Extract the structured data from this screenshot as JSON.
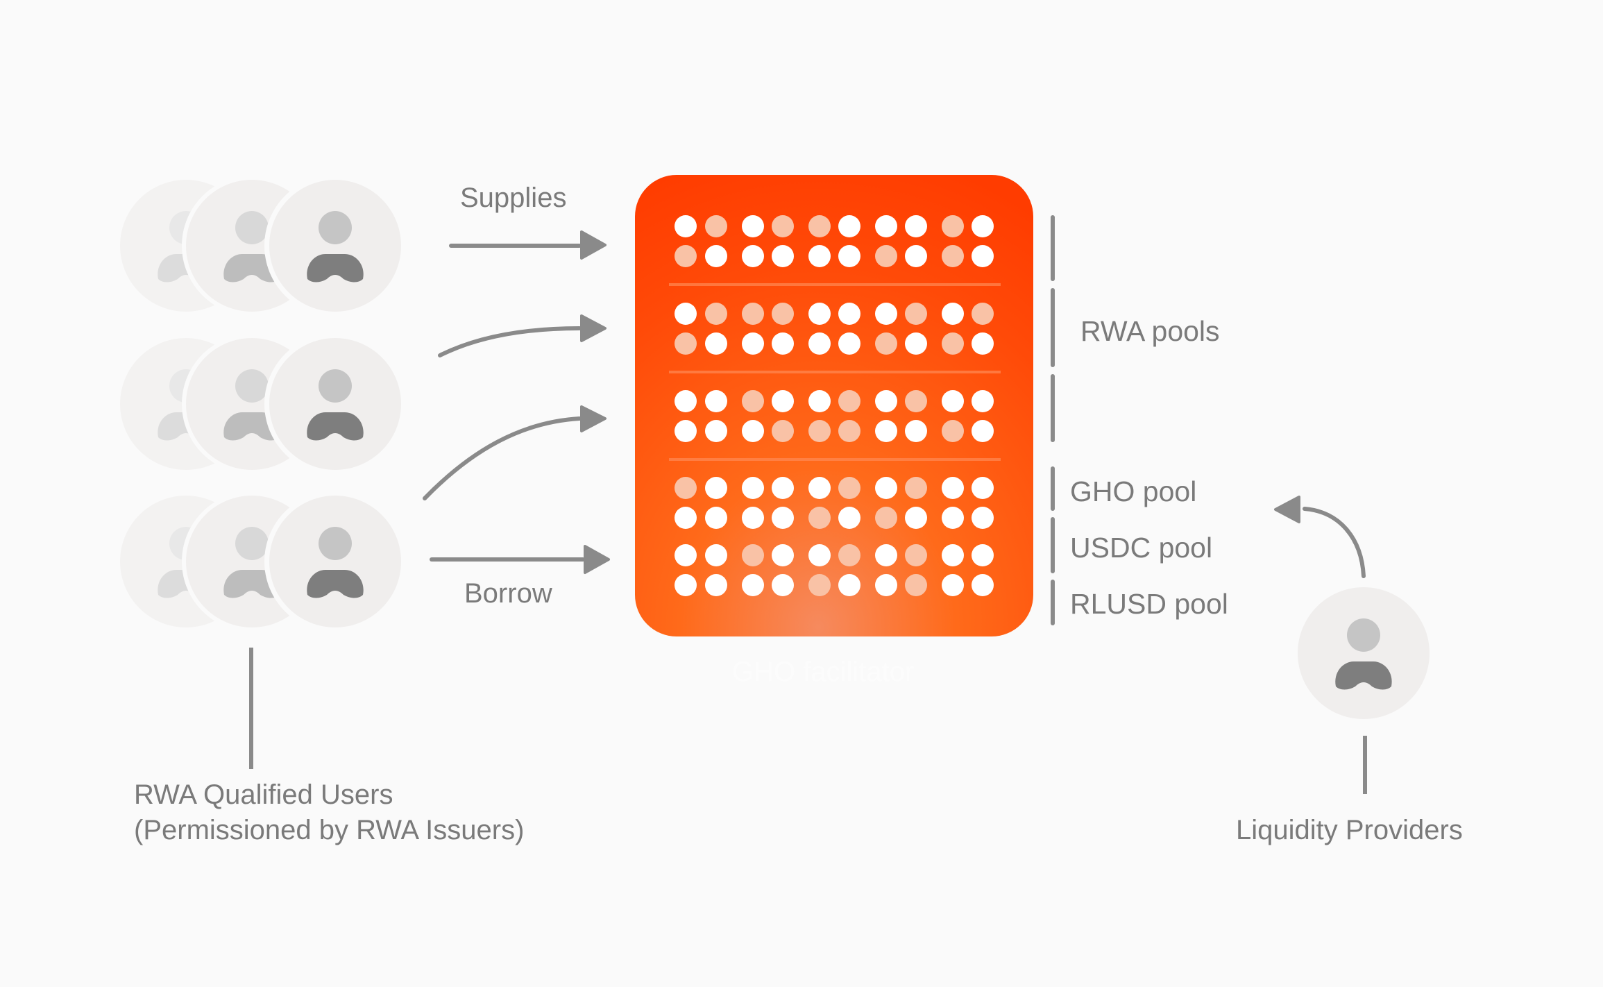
{
  "labels": {
    "supplies": "Supplies",
    "borrow": "Borrow",
    "rwa_pools": "RWA pools",
    "gho_pool": "GHO pool",
    "usdc_pool": "USDC pool",
    "rlusd_pool": "RLUSD pool",
    "facilitator": "GHO facilitator",
    "rwa_users_line1": "RWA Qualified Users",
    "rwa_users_line2": "(Permissioned by RWA Issuers)",
    "liquidity_providers": "Liquidity Providers"
  },
  "icons": {
    "user": "user-icon",
    "arrow": "arrow-right-icon"
  },
  "colors": {
    "background": "#fafafa",
    "gradient_top": "#ff3c00",
    "gradient_center": "#f68a5e",
    "gradient_edge": "#ff6a1a",
    "text": "#7a7a7a",
    "line": "#8a8a8a",
    "avatar_bg": "#efedec",
    "dot_white": "#ffffff",
    "dot_faded": "#f9c2a6"
  }
}
